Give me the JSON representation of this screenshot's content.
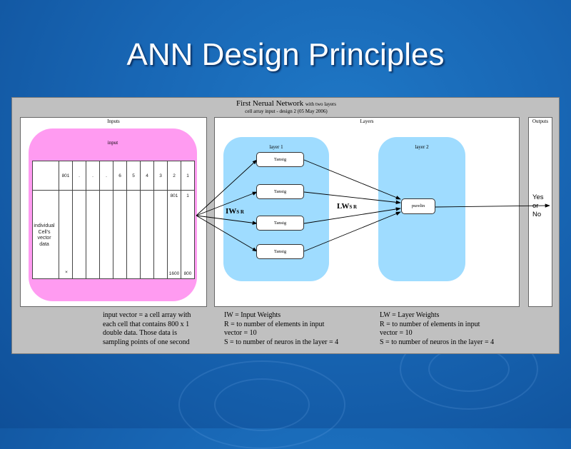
{
  "slide": {
    "title": "ANN Design Principles"
  },
  "figure": {
    "title": "First Nerual Network",
    "title_small": "with two layers",
    "subtitle": "cell array input - design 2 (05 May 2006)",
    "inputs_label": "Inputs",
    "layers_label": "Layers",
    "outputs_label": "Outputs",
    "input_blob_label": "input",
    "grid_headers": [
      "801",
      ".",
      ".",
      ".",
      "6",
      "5",
      "4",
      "3",
      "2",
      "1"
    ],
    "grid_cells": {
      "top_a": "801",
      "top_b": "1",
      "bottom_a": "1600",
      "bottom_b": "800",
      "bottom_left": "×"
    },
    "cells_label": "individual Cell's vector data",
    "layer1_label": "layer 1",
    "layer2_label": "layer 2",
    "layer1_neurons": [
      "Tansig",
      "Tansig",
      "Tansig",
      "Tansig"
    ],
    "layer2_neuron": "purelin",
    "iw_label": "IW",
    "iw_sub": "S R",
    "lw_label": "LW",
    "lw_sub": "S R",
    "output_lines": [
      "Yes",
      "or",
      "No"
    ],
    "notes": {
      "input": [
        "input vector = a cell array with",
        "each cell that contains 800 x 1",
        "double data. Those data is",
        "sampling points of one second"
      ],
      "iw": [
        "IW = Input Weights",
        "R = to number of elements in input",
        "vector = 10",
        "S = to number of neuros in the layer = 4"
      ],
      "lw": [
        "LW = Layer Weights",
        "R = to number of elements in input",
        "vector = 10",
        "S = to number of neuros in the layer = 4"
      ]
    }
  },
  "colors": {
    "background": "#1866b4",
    "input_blob": "#ff9bf1",
    "layer_blob": "#9fdcff",
    "figure_bg": "#c0c0c0"
  }
}
